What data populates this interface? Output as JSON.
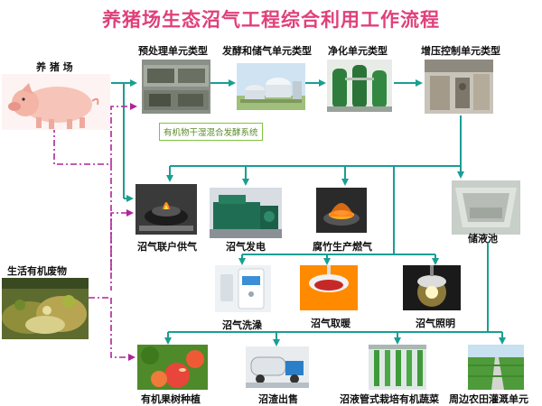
{
  "title": "养猪场生态沼气工程综合利用工作流程",
  "sources": {
    "pig_farm": "养 猪 场",
    "organic_waste": "生活有机废物"
  },
  "units": {
    "pretreatment": "预处理单元类型",
    "fermentation": "发酵和储气单元类型",
    "purification": "净化单元类型",
    "pressurize": "增压控制单元类型"
  },
  "fermentation_note": "有机物干湿混合发酵系统",
  "gas_uses_row1": {
    "household": "沼气联户供气",
    "power": "沼气发电",
    "tofu": "腐竹生产燃气",
    "tank": "储液池"
  },
  "gas_uses_row2": {
    "bath": "沼气洗澡",
    "heating": "沼气取暖",
    "lighting": "沼气照明"
  },
  "outputs": {
    "orchard": "有机果树种植",
    "residue": "沼渣出售",
    "vegetables": "沼液管式栽培有机蔬菜",
    "irrigation": "周边农田灌溉单元"
  },
  "colors": {
    "flow": "#1a9e93",
    "waste_flow": "#b0249a",
    "title": "#e0407a"
  }
}
